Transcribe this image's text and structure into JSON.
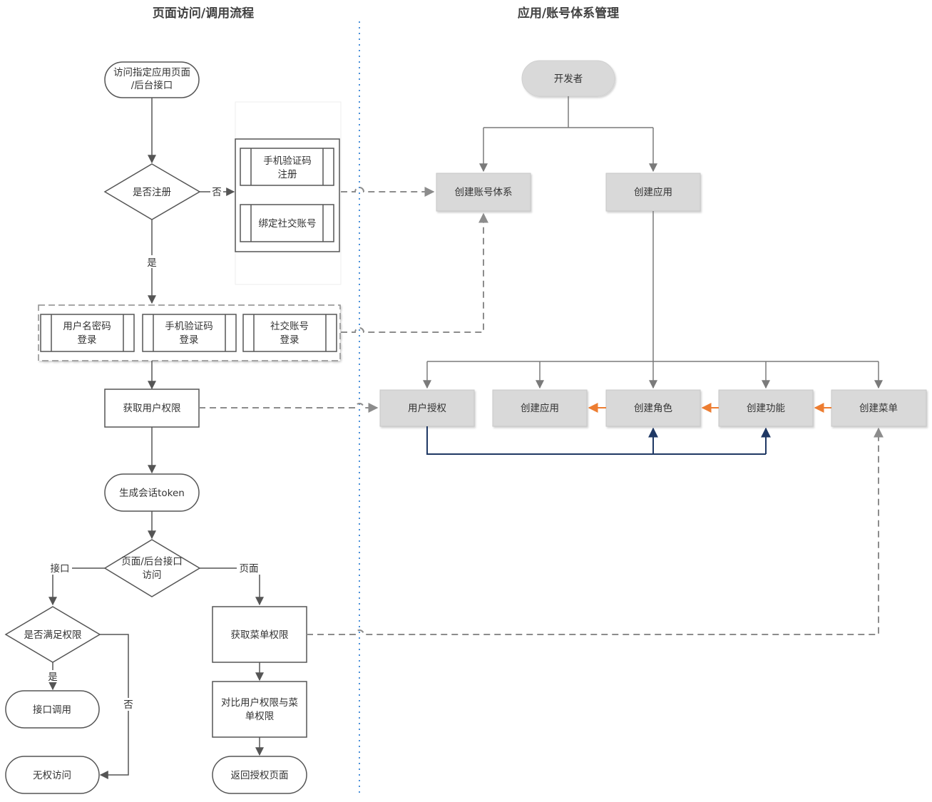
{
  "titles": {
    "left": "页面访问/调用流程",
    "right": "应用/账号体系管理"
  },
  "flow": {
    "start_l1": "访问指定应用页面",
    "start_l2": "/后台接口",
    "is_registered": "是否注册",
    "no_label": "否",
    "yes_label": "是",
    "register_phone_l1": "手机验证码",
    "register_phone_l2": "注册",
    "register_social": "绑定社交账号",
    "login_password_l1": "用户名密码",
    "login_password_l2": "登录",
    "login_phone_l1": "手机验证码",
    "login_phone_l2": "登录",
    "login_social_l1": "社交账号",
    "login_social_l2": "登录",
    "get_permission": "获取用户权限",
    "session_token": "生成会话token",
    "access_type_l1": "页面/后台接口",
    "access_type_l2": "访问",
    "api_label": "接口",
    "page_label": "页面",
    "meets_permission": "是否满足权限",
    "yes_label2": "是",
    "no_label2": "否",
    "api_call": "接口调用",
    "no_access": "无权访问",
    "get_menu_permission": "获取菜单权限",
    "compare_l1": "对比用户权限与菜",
    "compare_l2": "单权限",
    "return_page": "返回授权页面"
  },
  "mgmt": {
    "developer": "开发者",
    "create_account_system": "创建账号体系",
    "create_app_top": "创建应用",
    "user_authorization": "用户授权",
    "create_app": "创建应用",
    "create_role": "创建角色",
    "create_function": "创建功能",
    "create_menu": "创建菜单"
  },
  "colors": {
    "grey_fill": "#d9d9d9",
    "navy": "#1f3864",
    "orange": "#ed7d31",
    "divider_blue": "#4a90d9"
  }
}
